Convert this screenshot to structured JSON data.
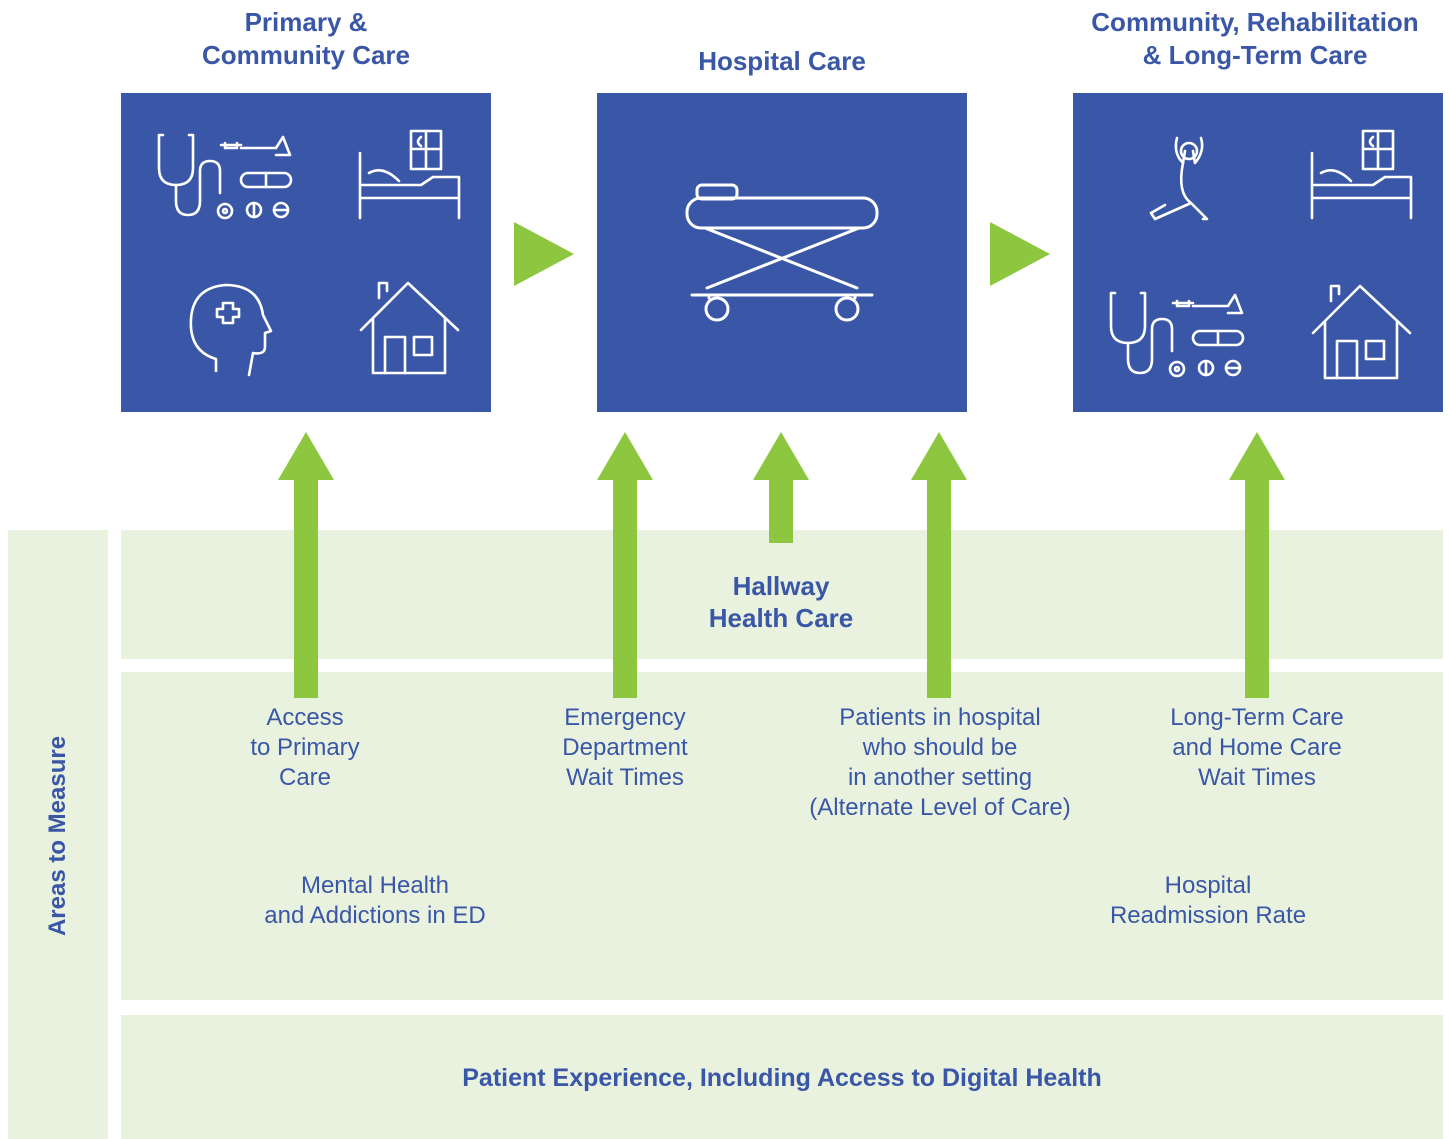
{
  "columns": [
    {
      "title_line1": "Primary &",
      "title_line2": "Community Care"
    },
    {
      "title_line1": "Hospital Care"
    },
    {
      "title_line1": "Community, Rehabilitation",
      "title_line2": "& Long-Term Care"
    }
  ],
  "hallway": {
    "line1": "Hallway",
    "line2": "Health Care"
  },
  "side_label": "Areas to Measure",
  "measures": {
    "access": {
      "l1": "Access",
      "l2": "to Primary",
      "l3": "Care"
    },
    "emergency": {
      "l1": "Emergency",
      "l2": "Department",
      "l3": "Wait Times"
    },
    "alc": {
      "l1": "Patients in hospital",
      "l2": "who should be",
      "l3": "in another setting",
      "l4": "(Alternate Level of Care)"
    },
    "ltc": {
      "l1": "Long-Term Care",
      "l2": "and Home Care",
      "l3": "Wait Times"
    },
    "mental": {
      "l1": "Mental Health",
      "l2": "and Addictions in ED"
    },
    "readmission": {
      "l1": "Hospital",
      "l2": "Readmission Rate"
    }
  },
  "footer": "Patient Experience, Including Access to Digital Health",
  "colors": {
    "blue": "#3a57a7",
    "green": "#8dc63f",
    "band": "#e9f2de"
  },
  "icons": [
    "stethoscope-icon",
    "pills-icon",
    "hospital-bed-icon",
    "mental-health-icon",
    "house-icon",
    "stretcher-icon",
    "stretching-person-icon"
  ]
}
